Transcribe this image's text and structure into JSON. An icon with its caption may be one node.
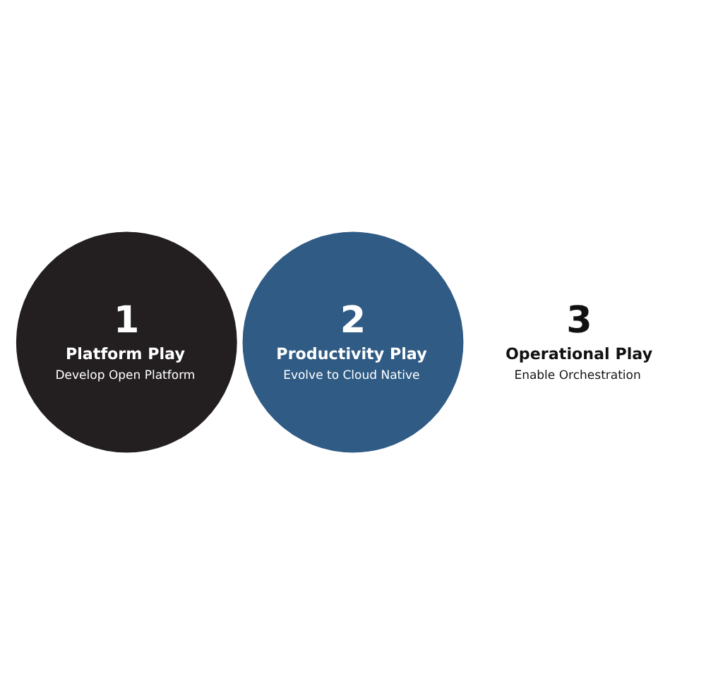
{
  "diagram": {
    "nodes": [
      {
        "text": [
          "1",
          "Platform Play",
          "Develop Open Platform"
        ]
      },
      {
        "text": [
          "2",
          "Productivity Play",
          "Evolve to Cloud Native"
        ]
      },
      {
        "text": [
          "3",
          "Operational Play",
          "Enable Orchestration"
        ]
      }
    ],
    "edges": []
  }
}
